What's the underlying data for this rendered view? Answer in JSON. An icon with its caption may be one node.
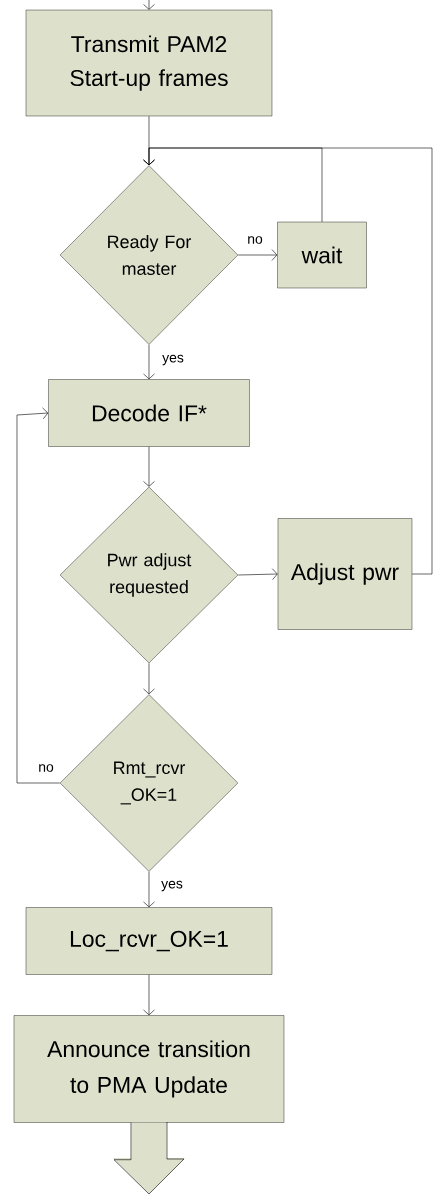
{
  "diagram": {
    "nodes": [
      {
        "text": [
          "Transmit PAM2 Start-up frames"
        ]
      },
      {
        "text": [
          "Ready For master"
        ]
      },
      {
        "text": [
          "wait"
        ]
      },
      {
        "text": [
          "Decode IF*"
        ]
      },
      {
        "text": [
          "Pwr adjust requested"
        ]
      },
      {
        "text": [
          "Adjust pwr"
        ]
      },
      {
        "text": [
          "Rmt_rcvr _OK=1"
        ]
      },
      {
        "text": [
          "Loc_rcvr_OK=1"
        ]
      },
      {
        "text": [
          "Announce transition to PMA Update"
        ]
      }
    ],
    "edges": [
      {
        "from": null,
        "to": 0,
        "arrow": "to"
      },
      {
        "from": 0,
        "to": 1,
        "arrow": "to"
      },
      {
        "from": 1,
        "to": 2,
        "arrow": "to",
        "label": "no"
      },
      {
        "from": 2,
        "to": 1,
        "arrow": "to"
      },
      {
        "from": 5,
        "to": 1,
        "arrow": "to"
      },
      {
        "from": 1,
        "to": 3,
        "arrow": "to",
        "label": "yes"
      },
      {
        "from": 3,
        "to": 4,
        "arrow": "to"
      },
      {
        "from": 4,
        "to": 5,
        "arrow": "to"
      },
      {
        "from": 4,
        "to": 6,
        "arrow": "to"
      },
      {
        "from": 6,
        "to": 3,
        "arrow": "to",
        "label": "no"
      },
      {
        "from": 6,
        "to": 7,
        "arrow": "to",
        "label": "yes"
      },
      {
        "from": 7,
        "to": 8,
        "arrow": "to"
      },
      {
        "from": 8,
        "to": null,
        "arrow": "to"
      }
    ]
  }
}
